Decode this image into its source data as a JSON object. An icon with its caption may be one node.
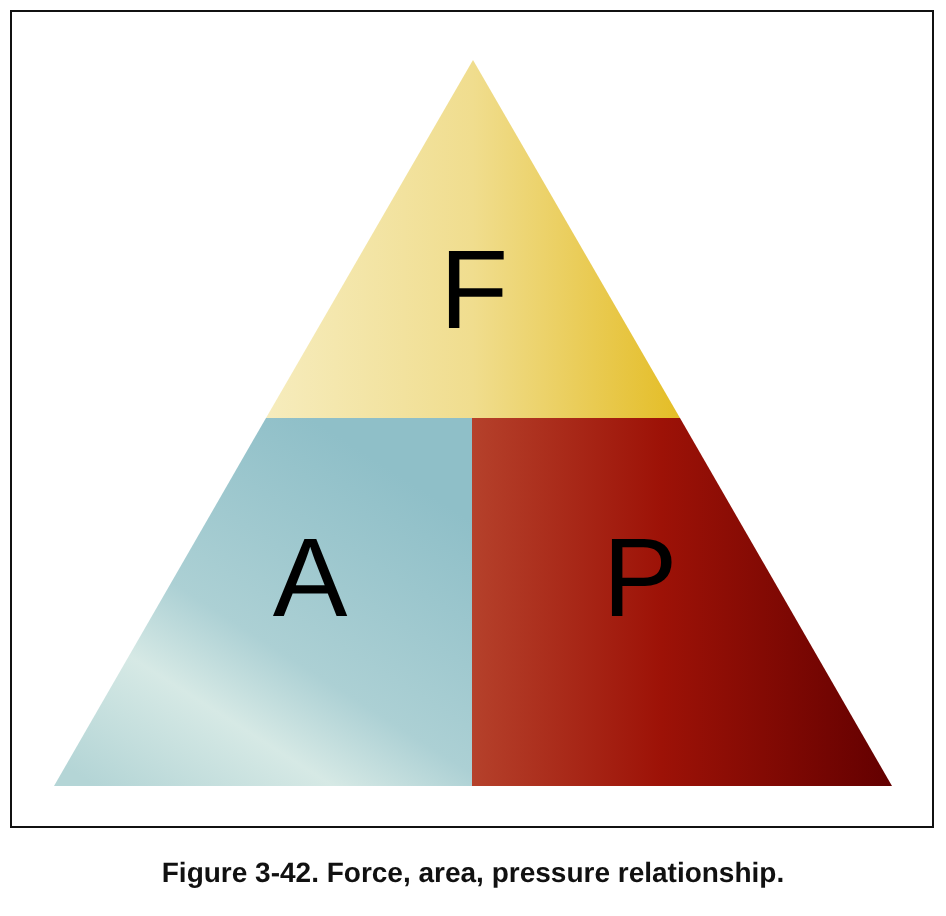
{
  "diagram": {
    "caption": "Figure 3-42. Force, area, pressure relationship.",
    "nodes": [
      {
        "text": [
          "F"
        ]
      },
      {
        "text": [
          "A"
        ]
      },
      {
        "text": [
          "P"
        ]
      }
    ]
  }
}
